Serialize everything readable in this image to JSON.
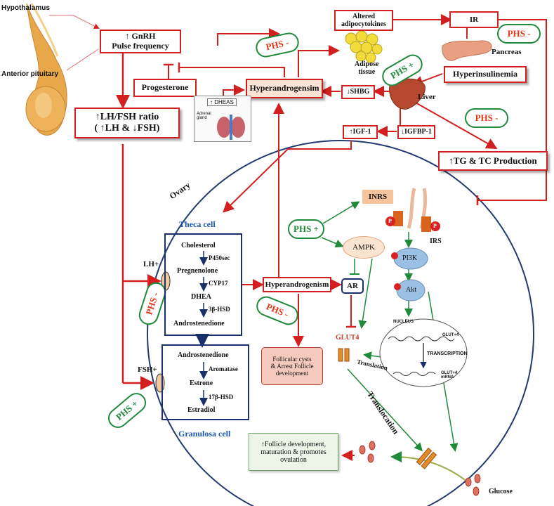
{
  "hypothalamus": "Hypothalamus",
  "anterior_pituitary": "Anterior pituitary",
  "gnrh": {
    "line1": "GnRH",
    "line2": "Pulse frequency",
    "arrow": "↑"
  },
  "lh_fsh": {
    "line1": "↑LH/FSH ratio",
    "line2": "( ↑LH & ↓FSH)"
  },
  "progesterone": "Progesterone",
  "hyperandrogensim_top": "Hyperandrogensim",
  "dheas": "↑ DHEAS",
  "adrenal": "Adrenal gland",
  "altered_adipo": {
    "line1": "Altered",
    "line2": "adipocytokines"
  },
  "adipose": {
    "line1": "Adipose",
    "line2": "tissue"
  },
  "ir": "IR",
  "pancreas": "Pancreas",
  "hyperinsulinemia": "Hyperinsulinemia",
  "shbg": "↓SHBG",
  "liver": "Liver",
  "igf1": "↑IGF-1",
  "igfbp1": "↓IGFBP-1",
  "tg_tc": "↑TG & TC Production",
  "phs_neg": "PHS -",
  "phs_pos": "PHS +",
  "ovary": "Ovary",
  "theca_cell": "Theca cell",
  "granulosa_cell": "Granulosa cell",
  "theca_steps": {
    "cholesterol": "Cholesterol",
    "p450sec": "P450sec",
    "pregnenolone": "Pregnenolone",
    "cyp17": "CYP17",
    "dhea": "DHEA",
    "hsd3b": "3β-HSD",
    "androstenedione": "Androstenedione"
  },
  "granulosa_steps": {
    "androstenedione": "Androstenedione",
    "aromatase": "Aromatase",
    "estrone": "Estrone",
    "hsd17b": "17β-HSD",
    "estradiol": "Estradiol"
  },
  "lh_plus": "LH+",
  "fsh_plus": "FSH+",
  "hyperandrogenism_mid": "Hyperandrogenism",
  "ar": "AR",
  "follicular_cysts": {
    "line1": "Follicular cysts",
    "line2": "& Arrest Follicle",
    "line3": "development"
  },
  "ampk": "AMPK",
  "inrs": "INRS",
  "irs": "IRS",
  "pi3k": "PI3K",
  "akt": "Akt",
  "glut4": "GLUT4",
  "nucleus": "NUCLEUS",
  "glut4_gene": "GLUT+4",
  "transcription": "TRANSCRIPTION",
  "glut4_mrna": {
    "line1": "GLUT+4",
    "line2": "mRNA"
  },
  "translation": "Translation",
  "translocation": "Translocation",
  "follicle_dev": {
    "line1": "↑Follicle development,",
    "line2": "maturation & promotes",
    "line3": "ovulation"
  },
  "glucose": "Glucose",
  "p_label": "P",
  "colors": {
    "red": "#d21f1f",
    "green": "#1f8a3a",
    "navy": "#1b2f6b",
    "blue": "#1a56b3"
  }
}
